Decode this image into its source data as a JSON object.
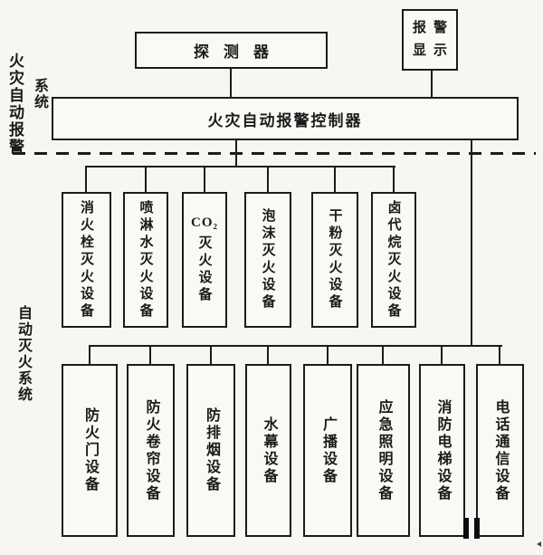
{
  "colors": {
    "ink": "#1b1b1b",
    "paper": "#f7f6f2"
  },
  "side_labels": {
    "alarm_system_main": "火灾自动报警",
    "alarm_system_sub": "系统",
    "extinguishing_system": "自动灭火系统"
  },
  "nodes": {
    "detector": "探测器",
    "alarm_display_line1": "报警",
    "alarm_display_line2": "显示",
    "controller": "火灾自动报警控制器"
  },
  "middle_row": {
    "boxes": [
      {
        "label": "消火栓灭火设备"
      },
      {
        "label": "喷淋水灭火设备"
      },
      {
        "chem": "CO₂",
        "label": "灭火设备"
      },
      {
        "label": "泡沫灭火设备"
      },
      {
        "label": "干粉灭火设备"
      },
      {
        "label": "卤代烷灭火设备"
      }
    ]
  },
  "bottom_row": {
    "boxes": [
      {
        "label": "防火门设备"
      },
      {
        "label": "防火卷帘设备"
      },
      {
        "label": "防排烟设备"
      },
      {
        "label": "水幕设备"
      },
      {
        "label": "广播设备"
      },
      {
        "label": "应急照明设备"
      },
      {
        "label": "消防电梯设备"
      },
      {
        "label": "电话通信设备"
      }
    ]
  }
}
